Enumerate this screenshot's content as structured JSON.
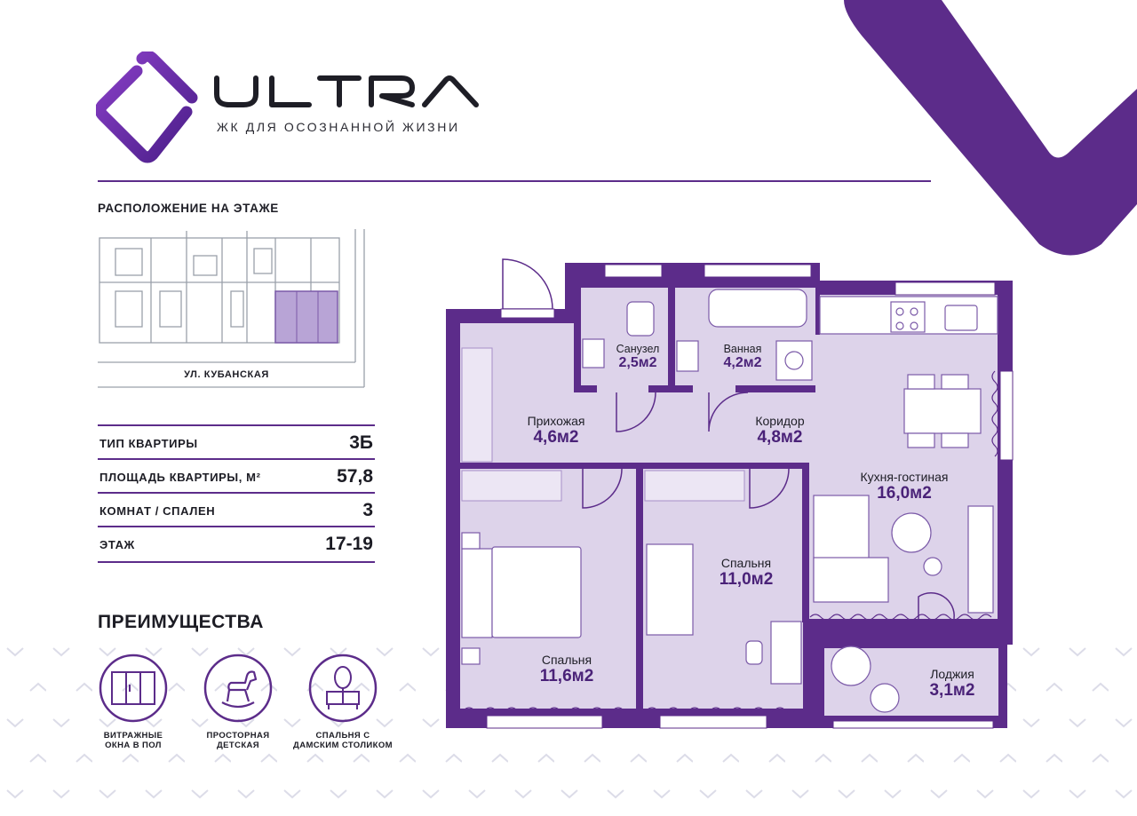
{
  "brand": {
    "logo_text": "ULTRA",
    "tagline": "ЖК ДЛЯ ОСОЗНАННОЙ ЖИЗНИ",
    "accent_color": "#5c2c8a",
    "plan_fill": "#ddd3ea"
  },
  "floor_location": {
    "heading": "РАСПОЛОЖЕНИЕ НА ЭТАЖЕ",
    "street": "УЛ. КУБАНСКАЯ"
  },
  "specs": [
    {
      "label": "ТИП КВАРТИРЫ",
      "value": "3Б"
    },
    {
      "label": "ПЛОЩАДЬ КВАРТИРЫ, М²",
      "value": "57,8"
    },
    {
      "label": "КОМНАТ / СПАЛЕН",
      "value": "3"
    },
    {
      "label": "ЭТАЖ",
      "value": "17-19"
    }
  ],
  "advantages": {
    "heading": "ПРЕИМУЩЕСТВА",
    "items": [
      {
        "icon": "stained-glass-window-icon",
        "label_line1": "ВИТРАЖНЫЕ",
        "label_line2": "ОКНА В ПОЛ"
      },
      {
        "icon": "rocking-horse-icon",
        "label_line1": "ПРОСТОРНАЯ",
        "label_line2": "ДЕТСКАЯ"
      },
      {
        "icon": "vanity-table-icon",
        "label_line1": "СПАЛЬНЯ С",
        "label_line2": "ДАМСКИМ СТОЛИКОМ"
      }
    ]
  },
  "rooms": {
    "wc": {
      "name": "Санузел",
      "area": "2,5м2"
    },
    "bath": {
      "name": "Ванная",
      "area": "4,2м2"
    },
    "hall": {
      "name": "Прихожая",
      "area": "4,6м2"
    },
    "corridor": {
      "name": "Коридор",
      "area": "4,8м2"
    },
    "kitchen": {
      "name": "Кухня-гостиная",
      "area": "16,0м2"
    },
    "bedroom2": {
      "name": "Спальня",
      "area": "11,0м2"
    },
    "bedroom1": {
      "name": "Спальня",
      "area": "11,6м2"
    },
    "loggia": {
      "name": "Лоджия",
      "area": "3,1м2"
    }
  }
}
